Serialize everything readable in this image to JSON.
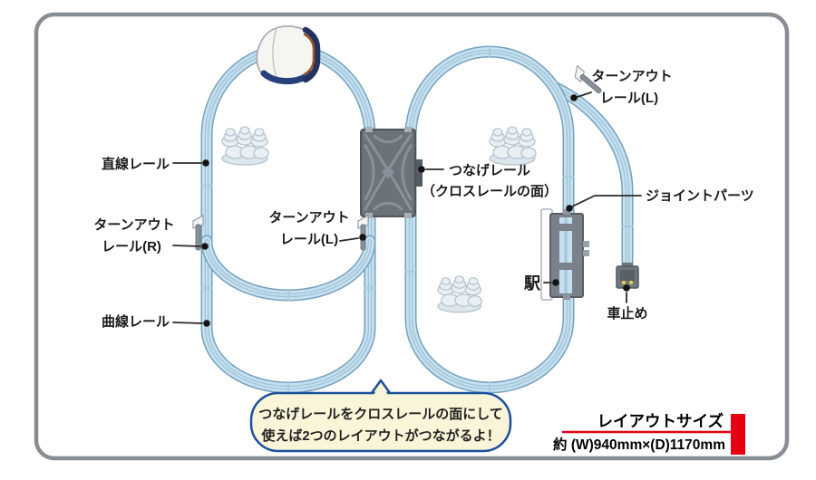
{
  "diagram": {
    "part_labels": {
      "straight_rail": {
        "line1": "直線レール"
      },
      "turnout_rail_r": {
        "line1": "ターンアウト",
        "line2": "レール(R)"
      },
      "curve_rail": {
        "line1": "曲線レール"
      },
      "turnout_rail_l_center": {
        "line1": "ターンアウト",
        "line2": "レール(L)"
      },
      "connect_rail": {
        "line1": "つなげレール",
        "line2": "（クロスレールの面）"
      },
      "turnout_rail_l_top": {
        "line1": "ターンアウト",
        "line2": "レール(L)"
      },
      "joint_parts": {
        "line1": "ジョイントパーツ"
      },
      "station": {
        "line1": "駅"
      },
      "buffer_stop": {
        "line1": "車止め"
      }
    },
    "callout": {
      "line1": "つなげレールをクロスレールの面にして",
      "line2": "使えば2つのレイアウトがつながるよ！"
    },
    "layout_size": {
      "title": "レイアウトサイズ",
      "value": "約 (W)940mm×(D)1170mm"
    },
    "colors": {
      "track_fill": "#C7E0EF",
      "track_edge": "#74A2BE",
      "accent_red": "#E60012",
      "callout_fill": "#FAF5D8",
      "callout_border": "#1C4F9C",
      "frame_border": "#878D93",
      "cross_rail_gray": "#6C727A"
    }
  }
}
